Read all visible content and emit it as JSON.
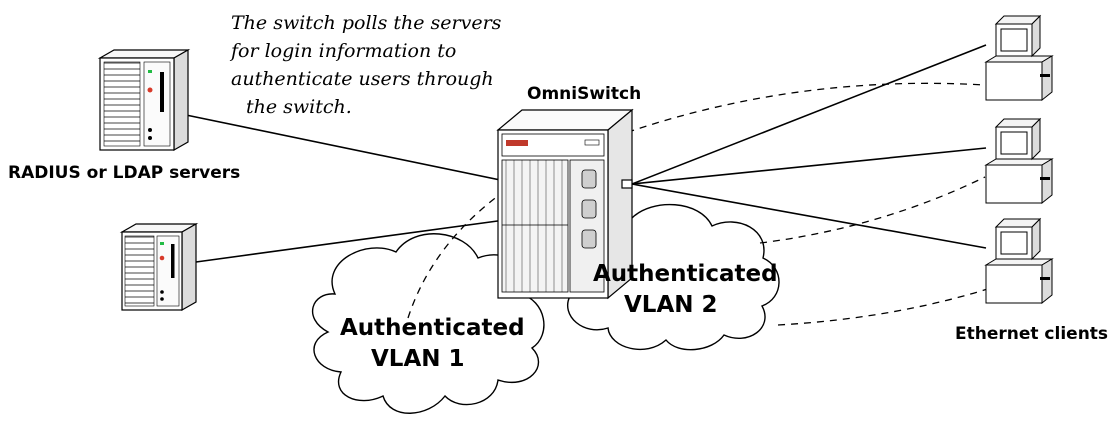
{
  "annotation": {
    "lines": [
      "The switch polls the servers",
      "for login information to",
      "authenticate users through",
      "the switch."
    ]
  },
  "switch": {
    "label": "OmniSwitch"
  },
  "servers": {
    "label": "RADIUS or LDAP servers"
  },
  "clients": {
    "label": "Ethernet clients"
  },
  "vlans": [
    {
      "line1": "Authenticated",
      "line2": "VLAN 1"
    },
    {
      "line1": "Authenticated",
      "line2": "VLAN 2"
    }
  ],
  "colors": {
    "line": "#000000",
    "led_red": "#d83a2a",
    "led_green": "#22bb44",
    "switch_logo": "#c0392b"
  }
}
